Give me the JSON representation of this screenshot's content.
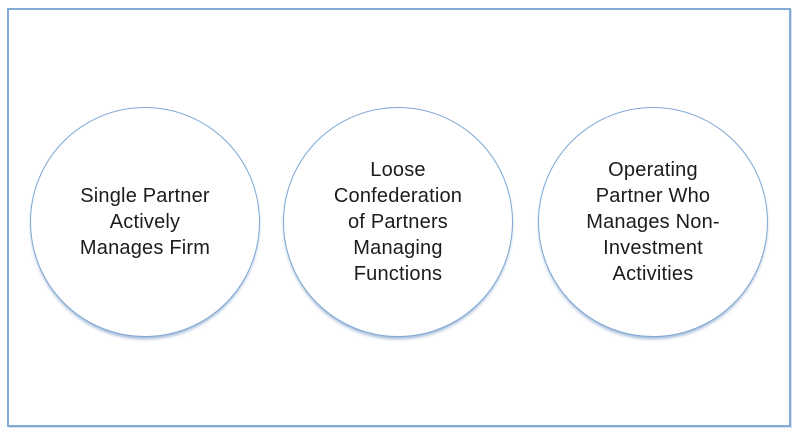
{
  "page": {
    "background_color": "#ffffff",
    "frame_border_color": "#84abd6"
  },
  "diagram": {
    "title": "partner-management-models",
    "text_color": "#1c1c1c",
    "circle_stroke_color": "#7fa8d4",
    "circles": [
      {
        "label": "Single Partner Actively Manages Firm",
        "lines": [
          "Single Partner",
          "Actively",
          "Manages Firm"
        ]
      },
      {
        "label": "Loose Confederation of Partners Managing Functions",
        "lines": [
          "Loose",
          "Confederation",
          "of Partners",
          "Managing",
          "Functions"
        ]
      },
      {
        "label": "Operating Partner Who Manages Non-Investment Activities",
        "lines": [
          "Operating",
          "Partner Who",
          "Manages Non-",
          "Investment",
          "Activities"
        ]
      }
    ]
  }
}
